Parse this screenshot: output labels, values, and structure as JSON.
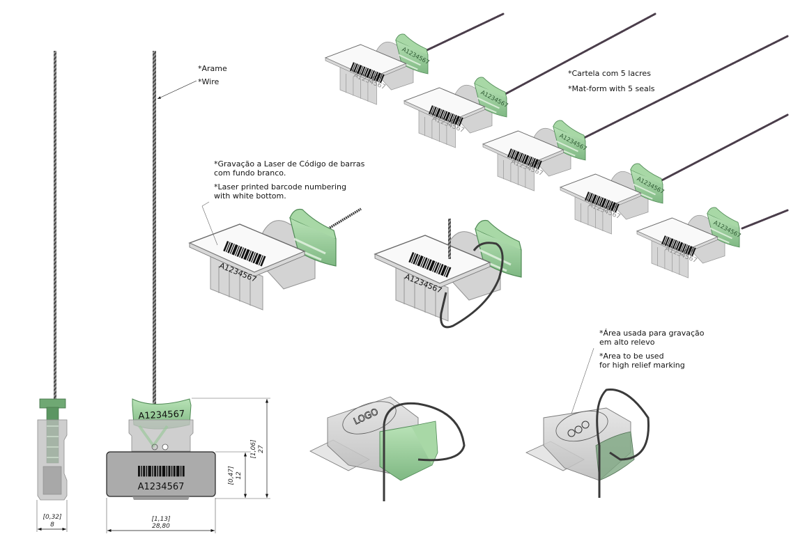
{
  "drawing": {
    "subject": "Security wire seals",
    "seal_code": "A1234567",
    "logo_text": "LOGO"
  },
  "notes": {
    "wire": {
      "pt": "*Arame",
      "en": "*Wire"
    },
    "mat_form": {
      "pt": "*Cartela com 5 lacres",
      "en": "*Mat-form with 5 seals"
    },
    "laser": {
      "pt_line1": "*Gravação a Laser de Código de barras",
      "pt_line2": "com fundo branco.",
      "en_line1": "*Laser printed barcode numbering",
      "en_line2": "with white bottom."
    },
    "relief": {
      "pt_line1": "*Área usada para gravação",
      "pt_line2": "em alto relevo",
      "en_line1": "*Area to be used",
      "en_line2": "for high relief marking"
    }
  },
  "dimensions": {
    "side_width": {
      "inch": "[0,32]",
      "mm": "8"
    },
    "front_width": {
      "inch": "[1,13]",
      "mm": "28,80"
    },
    "label_height": {
      "inch": "[0,47]",
      "mm": "12"
    },
    "total_height": {
      "inch": "[1,06]",
      "mm": "27"
    }
  },
  "mat_form": {
    "seal_count": 5
  },
  "colors": {
    "green": "#9fd19f",
    "green_dark": "#5f9a64",
    "body_gray": "#c8c8c8",
    "label_gray": "#a9a9a9",
    "wire": "#3a3a3a"
  }
}
